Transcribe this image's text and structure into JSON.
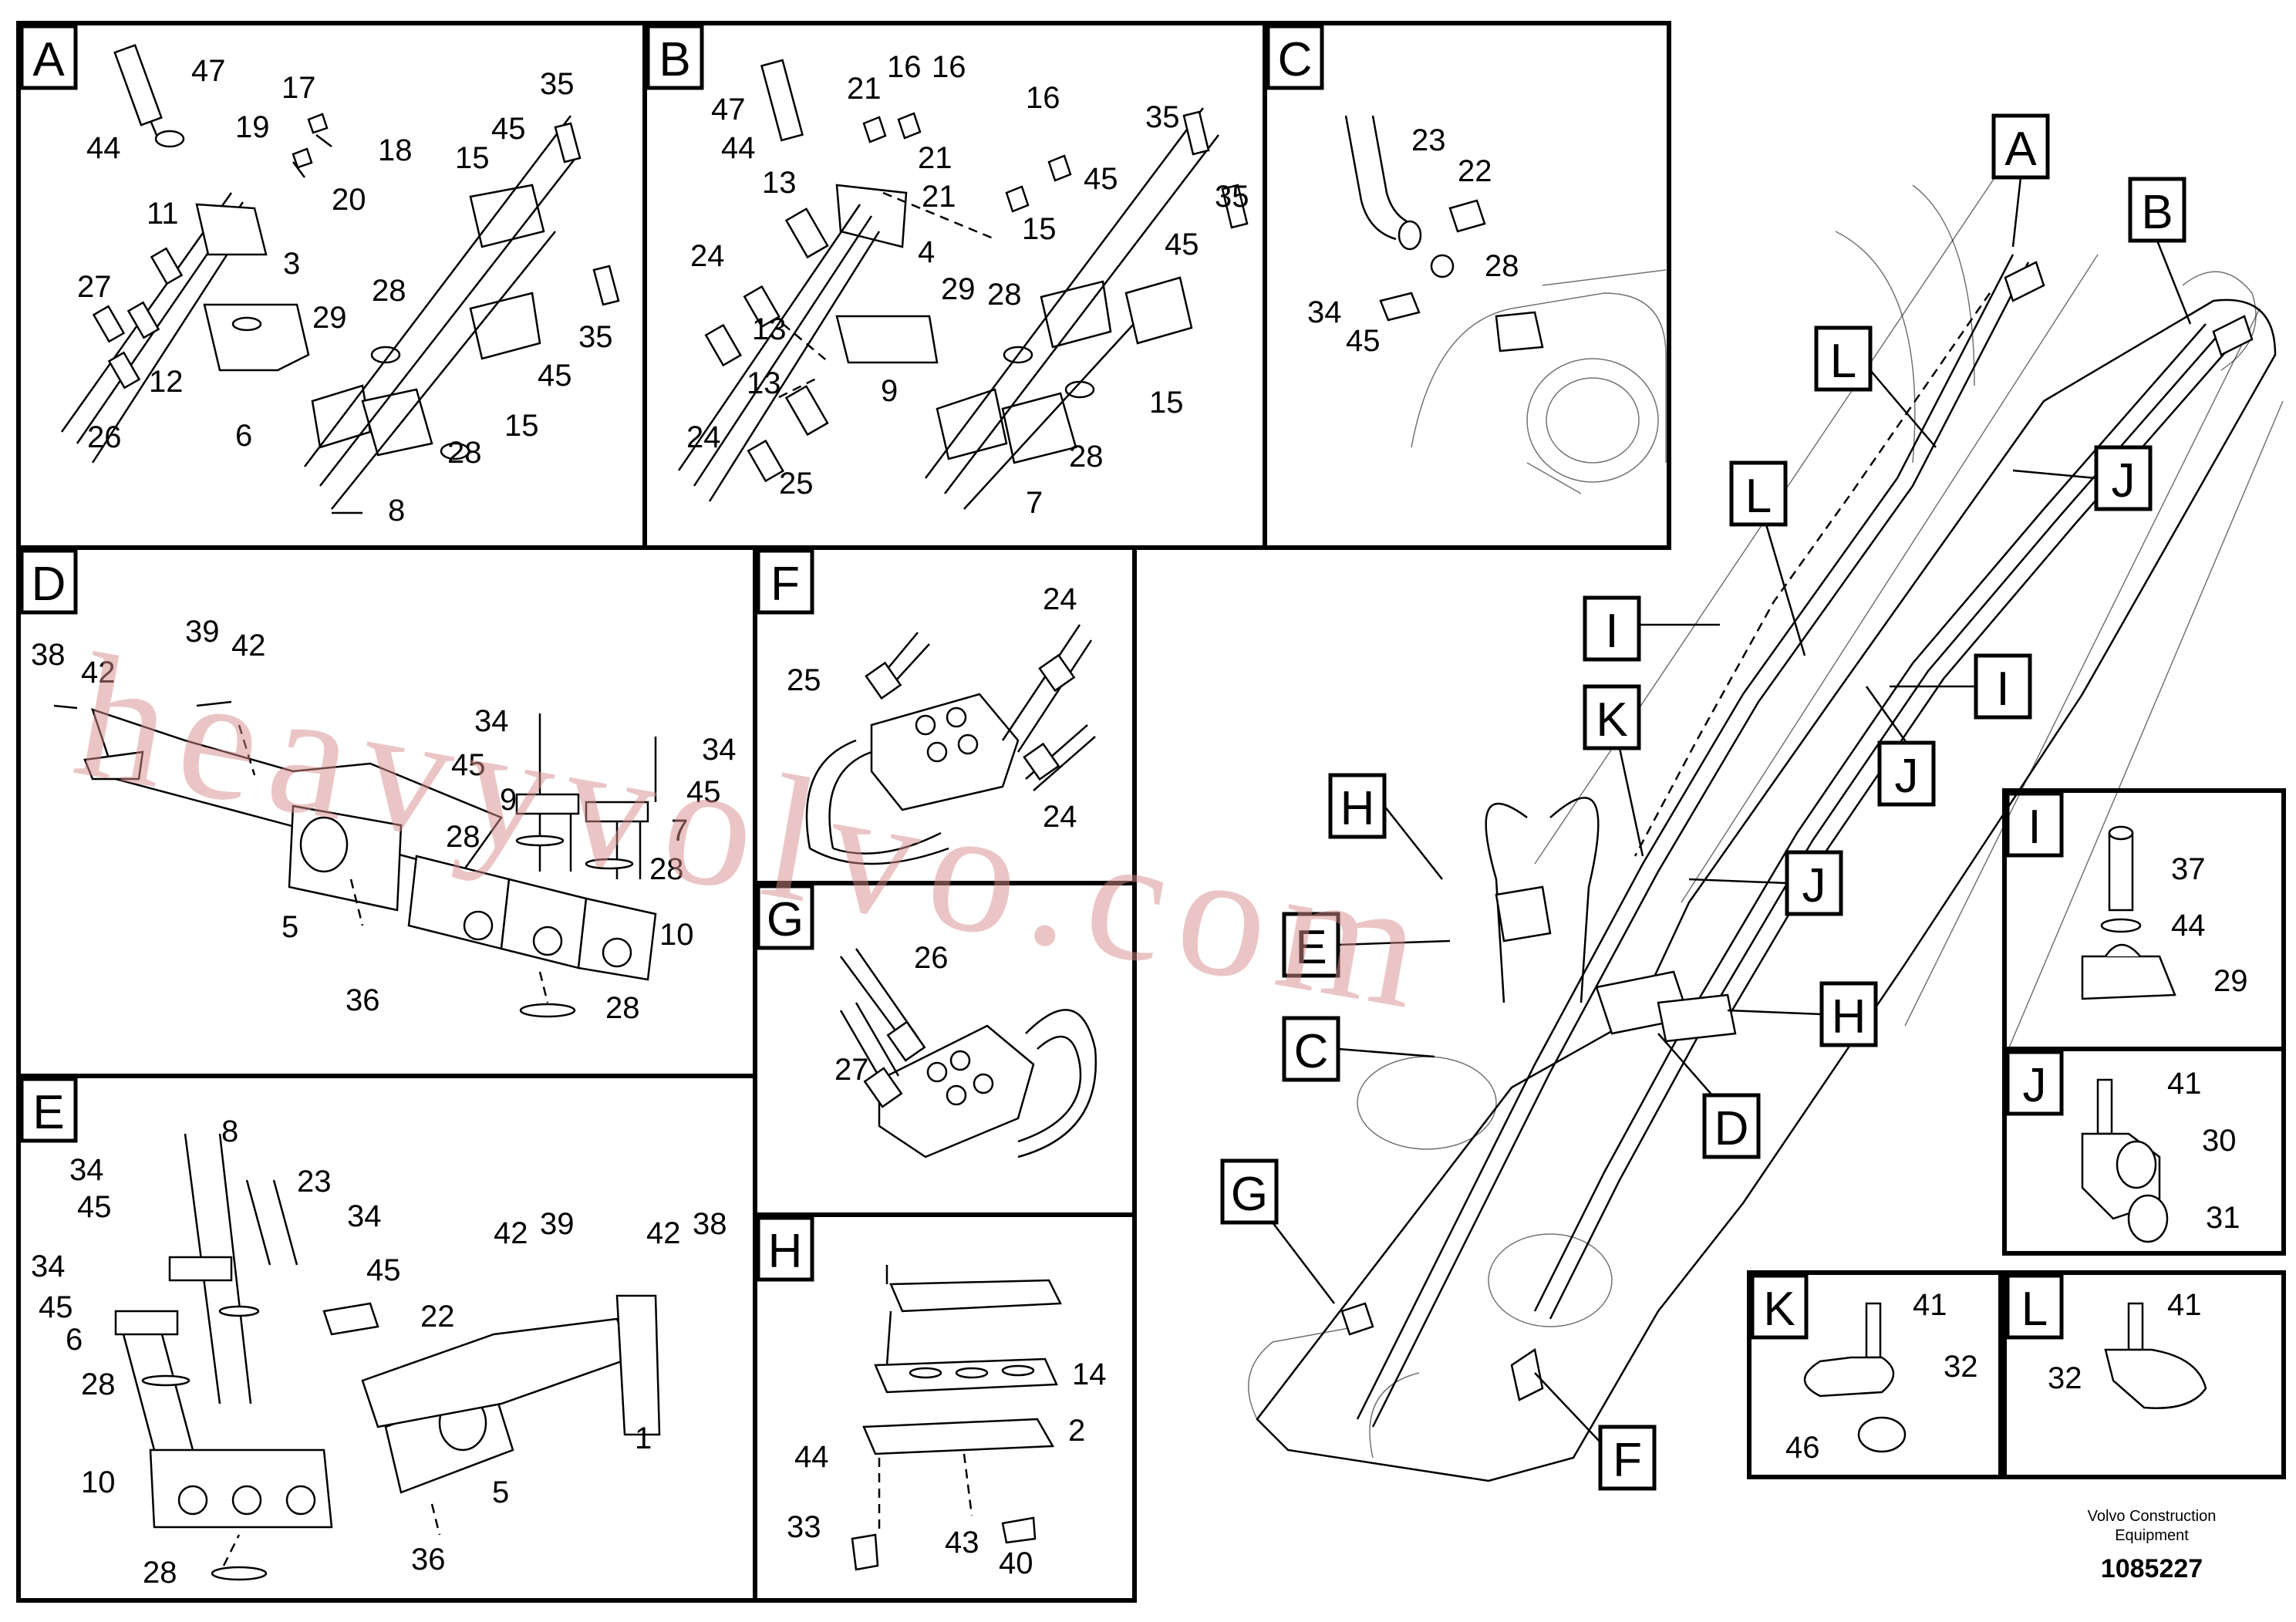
{
  "panels": {
    "A": {
      "letter": "A",
      "labels": [
        "47",
        "44",
        "17",
        "19",
        "18",
        "20",
        "11",
        "3",
        "35",
        "45",
        "15",
        "27",
        "12",
        "26",
        "29",
        "28",
        "35",
        "45",
        "15",
        "6",
        "28",
        "8"
      ]
    },
    "B": {
      "letter": "B",
      "labels": [
        "16",
        "16",
        "21",
        "47",
        "44",
        "21",
        "16",
        "35",
        "13",
        "21",
        "45",
        "15",
        "24",
        "4",
        "29",
        "45",
        "35",
        "13",
        "28",
        "24",
        "13",
        "9",
        "15",
        "28",
        "25",
        "7"
      ]
    },
    "C": {
      "letter": "C",
      "labels": [
        "23",
        "22",
        "28",
        "34",
        "45"
      ]
    },
    "D": {
      "letter": "D",
      "labels": [
        "39",
        "42",
        "38",
        "42",
        "34",
        "34",
        "45",
        "9",
        "45",
        "7",
        "28",
        "28",
        "5",
        "10",
        "36",
        "28"
      ]
    },
    "E": {
      "letter": "E",
      "labels": [
        "8",
        "23",
        "34",
        "45",
        "34",
        "34",
        "45",
        "45",
        "6",
        "22",
        "42",
        "39",
        "42",
        "38",
        "28",
        "1",
        "10",
        "5",
        "36",
        "28"
      ]
    },
    "F": {
      "letter": "F",
      "labels": [
        "24",
        "25",
        "24"
      ]
    },
    "G": {
      "letter": "G",
      "labels": [
        "26",
        "27"
      ]
    },
    "H": {
      "letter": "H",
      "labels": [
        "14",
        "2",
        "44",
        "33",
        "43",
        "40"
      ]
    },
    "I": {
      "letter": "I",
      "labels": [
        "37",
        "44",
        "29"
      ]
    },
    "J": {
      "letter": "J",
      "labels": [
        "41",
        "30",
        "31"
      ]
    },
    "K": {
      "letter": "K",
      "labels": [
        "41",
        "32",
        "46"
      ]
    },
    "L": {
      "letter": "L",
      "labels": [
        "41",
        "32"
      ]
    }
  },
  "overview": {
    "callouts": [
      "A",
      "B",
      "L",
      "L",
      "J",
      "I",
      "I",
      "K",
      "J",
      "J",
      "H",
      "E",
      "C",
      "H",
      "D",
      "G",
      "F"
    ]
  },
  "watermark": "heavyvolvo.com",
  "footer": {
    "company_line1": "Volvo Construction",
    "company_line2": "Equipment",
    "drawing_number": "1085227"
  },
  "colors": {
    "line": "#000000",
    "watermark": "#d98c8c",
    "background": "#ffffff"
  }
}
